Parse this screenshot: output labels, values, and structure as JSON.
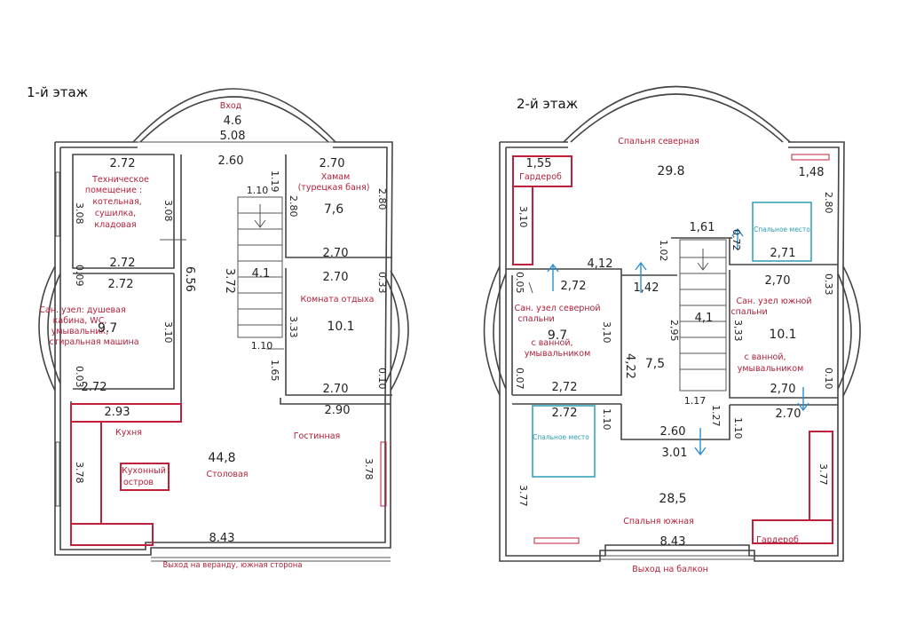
{
  "floor1": {
    "title": "1-й этаж",
    "entrance": "Вход",
    "entrance_width": "4.6",
    "d_5_08": "5.08",
    "d_2_60": "2.60",
    "d_1_19": "1.19",
    "d_1_10a": "1.10",
    "d_3_08a": "3.08",
    "d_3_08b": "3.08",
    "d_2_72a": "2.72",
    "d_2_72b": "2.72",
    "d_2_72c": "2.72",
    "d_2_72d": "2.72",
    "d_0_09": "0.09",
    "d_0_03": "0.03",
    "d_3_10": "3.10",
    "d_6_56": "6.56",
    "d_3_72": "3.72",
    "d_4_1": "4.1",
    "d_1_10b": "1.10",
    "d_1_65": "1.65",
    "d_2_70a": "2.70",
    "d_2_70b": "2.70",
    "d_2_70c": "2.70",
    "d_2_70d": "2.70",
    "d_2_80a": "2.80",
    "d_2_80b": "2.80",
    "d_0_33": "0.33",
    "d_3_33": "3.33",
    "d_0_10": "0.10",
    "d_2_90": "2.90",
    "d_2_93": "2.93",
    "d_3_78a": "3.78",
    "d_3_78b": "3.78",
    "d_8_43": "8.43",
    "tech_room": [
      "Техническое",
      "помещение :",
      "котельная,",
      "сушилка,",
      "кладовая"
    ],
    "hamam": [
      "Хамам",
      "(турецкая баня)"
    ],
    "hamam_area": "7,6",
    "rest_room": "Комната отдыха",
    "rest_area": "10.1",
    "bath": [
      "Сан. узел: душевая",
      "кабина, WC,",
      "умывальник,",
      "стиральная машина"
    ],
    "bath_area": "9.7",
    "kitchen": "Кухня",
    "island": [
      "Кухонный",
      "остров"
    ],
    "living": "Гостинная",
    "dining": "Столовая",
    "living_area": "44,8",
    "exit": "Выход на веранду, южная сторона"
  },
  "floor2": {
    "title": "2-й этаж",
    "north_bedroom": "Спальня северная",
    "north_area": "29.8",
    "d_1_55": "1,55",
    "wardrobe_n": "Гардероб",
    "d_3_10a": "3,10",
    "d_1_48": "1,48",
    "d_2_80": "2.80",
    "sleep_n": "Спальное место",
    "d_2_71": "2,71",
    "d_1_61": "1,61",
    "d_0_72": "0.72",
    "d_1_02": "1.02",
    "d_4_12": "4,12",
    "d_2_72a": "2,72",
    "d_1_42": "1,42",
    "d_0_05": "0.05",
    "bath_n": [
      "Сан. узел северной",
      "спальни",
      "с ванной,",
      "умывальником"
    ],
    "bath_n_area": "9.7",
    "d_3_10b": "3,10",
    "d_0_07": "0.07",
    "d_2_72b": "2,72",
    "d_4_22": "4,22",
    "hall_area": "7,5",
    "d_2_95": "2,95",
    "d_4_1": "4,1",
    "d_2_70a": "2,70",
    "d_0_33": "0.33",
    "bath_s": [
      "Сан. узел южной",
      "спальни",
      "с ванной,",
      "умывальником"
    ],
    "bath_s_area": "10.1",
    "d_3_33": "3,33",
    "d_0_10": "0.10",
    "d_2_70b": "2,70",
    "d_1_17": "1.17",
    "d_1_27": "1.27",
    "d_2_70c": "2.70",
    "d_2_72c": "2.72",
    "d_1_10a": "1.10",
    "sleep_s": "Спальное место",
    "d_2_60": "2.60",
    "d_3_01": "3.01",
    "d_1_10b": "1.10",
    "d_3_77a": "3.77",
    "d_3_77b": "3.77",
    "south_area": "28,5",
    "south_bedroom": "Спальня южная",
    "d_8_43": "8.43",
    "wardrobe_s": "Гардероб",
    "exit": "Выход на балкон"
  },
  "colors": {
    "wall": "#444444",
    "red": "#c0203a",
    "cyan": "#2a9db0",
    "arrow": "#2a8fd0"
  }
}
